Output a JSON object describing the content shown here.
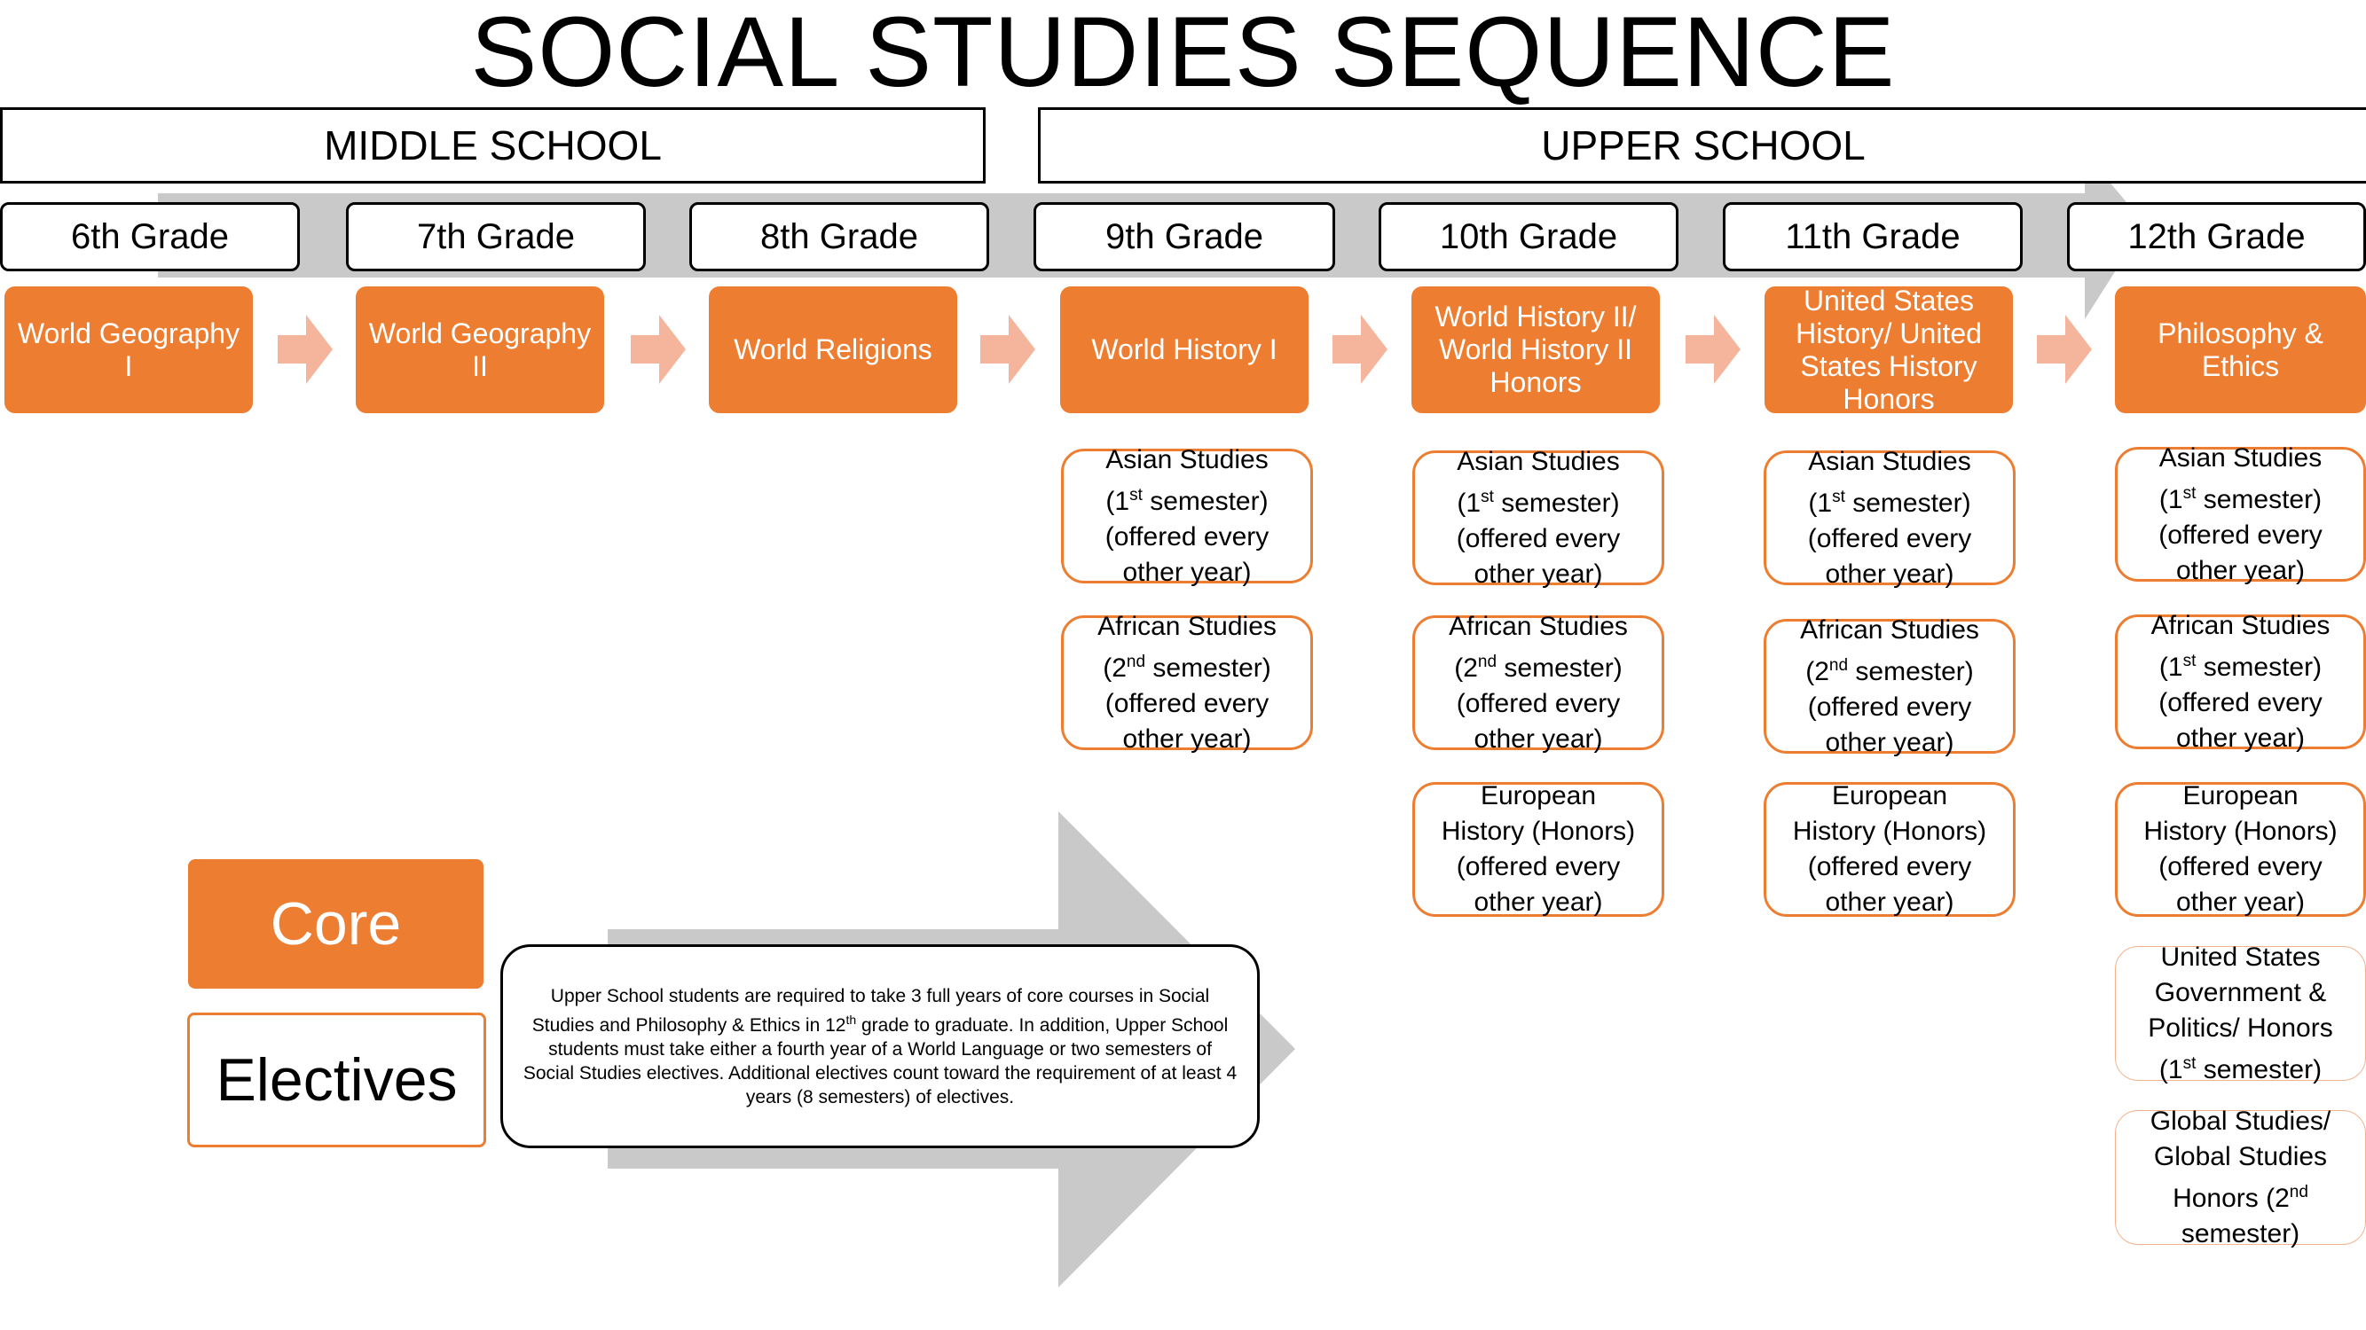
{
  "title": "SOCIAL STUDIES SEQUENCE",
  "sections": {
    "middle": "MIDDLE SCHOOL",
    "upper": "UPPER SCHOOL"
  },
  "grades": [
    "6th Grade",
    "7th Grade",
    "8th Grade",
    "9th Grade",
    "10th Grade",
    "11th Grade",
    "12th Grade"
  ],
  "core_courses": [
    "World Geography I",
    "World Geography II",
    "World Religions",
    "World History I",
    "World History II/ World History II Honors",
    "United States History/ United States History Honors",
    "Philosophy & Ethics"
  ],
  "electives": {
    "grade9": [
      {
        "l1": "Asian Studies",
        "pre": "(1",
        "sup": "st",
        "post": " semester)",
        "l3": "(offered every",
        "l4": "other year)"
      },
      {
        "l1": "African Studies",
        "pre": "(2",
        "sup": "nd",
        "post": " semester)",
        "l3": "(offered every",
        "l4": "other year)"
      }
    ],
    "grade10": [
      {
        "l1": "Asian Studies",
        "pre": "(1",
        "sup": "st",
        "post": " semester)",
        "l3": "(offered every",
        "l4": "other year)"
      },
      {
        "l1": "African Studies",
        "pre": "(2",
        "sup": "nd",
        "post": " semester)",
        "l3": "(offered every",
        "l4": "other year)"
      },
      {
        "l1": "European",
        "l2": "History (Honors)",
        "l3": "(offered every",
        "l4": "other year)"
      }
    ],
    "grade11": [
      {
        "l1": "Asian Studies",
        "pre": "(1",
        "sup": "st",
        "post": " semester)",
        "l3": "(offered every",
        "l4": "other year)"
      },
      {
        "l1": "African Studies",
        "pre": "(2",
        "sup": "nd",
        "post": " semester)",
        "l3": "(offered every",
        "l4": "other year)"
      },
      {
        "l1": "European",
        "l2": "History (Honors)",
        "l3": "(offered every",
        "l4": "other year)"
      }
    ],
    "grade12": [
      {
        "l1": "Asian Studies",
        "pre": "(1",
        "sup": "st",
        "post": " semester)",
        "l3": "(offered every",
        "l4": "other year)"
      },
      {
        "l1": "African Studies",
        "pre": "(1",
        "sup": "st",
        "post": " semester)",
        "l3": "(offered every",
        "l4": "other year)"
      },
      {
        "l1": "European",
        "l2": "History (Honors)",
        "l3": "(offered every",
        "l4": "other year)"
      },
      {
        "l1": "United States",
        "l2": "Government &",
        "l3": "Politics/ Honors",
        "pre": "(1",
        "sup": "st",
        "post": " semester)"
      },
      {
        "l1": "Global Studies/",
        "l2": "Global Studies",
        "pre": "Honors (2",
        "sup": "nd",
        "l4": "semester)"
      }
    ]
  },
  "legend": {
    "core": "Core",
    "electives": "Electives"
  },
  "note": {
    "part1": "Upper School students are required to take 3 full years of core courses in Social Studies and Philosophy & Ethics in 12",
    "sup": "th",
    "part2": " grade to graduate. In addition, Upper School students must take either a fourth year of a World Language or two semesters of Social Studies electives. Additional electives count toward the requirement of at least 4 years (8 semesters) of electives."
  },
  "colors": {
    "core": "#ED7D31",
    "arrow_small": "#F4B59C",
    "arrow_big": "#C9C9C9"
  }
}
